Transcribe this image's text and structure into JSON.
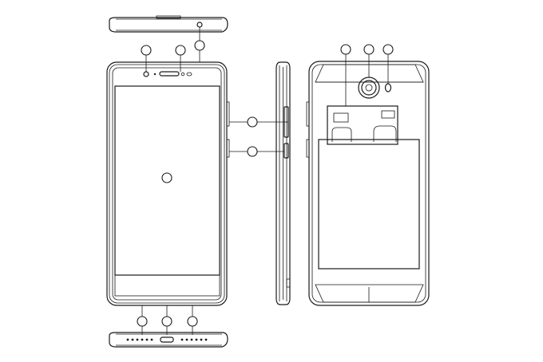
{
  "figure": {
    "subject": "smartphone-hardware-overview",
    "views": [
      "top-edge",
      "front",
      "side",
      "back",
      "bottom-edge"
    ],
    "callouts": [
      {
        "view": "top-edge",
        "points_to": "headphone-jack"
      },
      {
        "view": "front",
        "points_to": "front-camera"
      },
      {
        "view": "front",
        "points_to": "earpiece"
      },
      {
        "view": "front",
        "points_to": "proximity-sensor"
      },
      {
        "view": "front",
        "points_to": "touchscreen"
      },
      {
        "view": "side",
        "points_to": "volume-keys"
      },
      {
        "view": "side",
        "points_to": "power-key"
      },
      {
        "view": "back",
        "points_to": "battery-compartment"
      },
      {
        "view": "back",
        "points_to": "rear-camera"
      },
      {
        "view": "back",
        "points_to": "flash"
      },
      {
        "view": "bottom-edge",
        "points_to": "microphone"
      },
      {
        "view": "bottom-edge",
        "points_to": "usb-port"
      },
      {
        "view": "bottom-edge",
        "points_to": "speaker"
      }
    ],
    "stroke_color": "#1a1a1a",
    "background_color": "#ffffff"
  }
}
